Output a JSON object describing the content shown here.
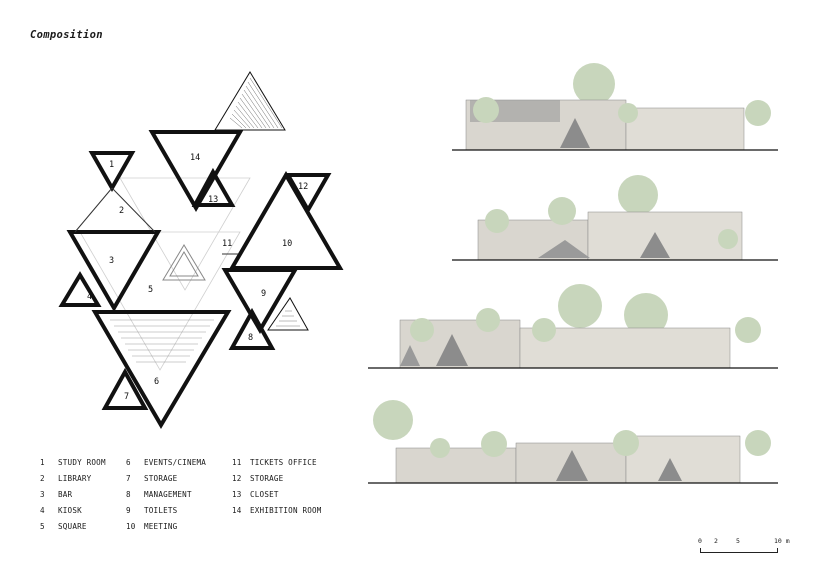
{
  "title": "Composition",
  "legend": [
    [
      {
        "num": "1",
        "label": "STUDY ROOM"
      },
      {
        "num": "2",
        "label": "LIBRARY"
      },
      {
        "num": "3",
        "label": "BAR"
      },
      {
        "num": "4",
        "label": "KIOSK"
      },
      {
        "num": "5",
        "label": "SQUARE"
      }
    ],
    [
      {
        "num": "6",
        "label": "EVENTS/CINEMA"
      },
      {
        "num": "7",
        "label": "STORAGE"
      },
      {
        "num": "8",
        "label": "MANAGEMENT"
      },
      {
        "num": "9",
        "label": "TOILETS"
      },
      {
        "num": "10",
        "label": "MEETING"
      }
    ],
    [
      {
        "num": "11",
        "label": "TICKETS OFFICE"
      },
      {
        "num": "12",
        "label": "STORAGE"
      },
      {
        "num": "13",
        "label": "CLOSET"
      },
      {
        "num": "14",
        "label": "EXHIBITION ROOM"
      }
    ]
  ],
  "room_labels": [
    "1",
    "2",
    "3",
    "4",
    "5",
    "6",
    "7",
    "8",
    "9",
    "10",
    "11",
    "12",
    "13",
    "14"
  ],
  "scale": {
    "t0": "0",
    "t1": "2",
    "t2": "5",
    "t3": "10 m"
  },
  "colors": {
    "wall": "#111111",
    "tree": "#c8d6bc",
    "facade": "#d9d6cf",
    "facade_dark": "#8c8c8c"
  }
}
